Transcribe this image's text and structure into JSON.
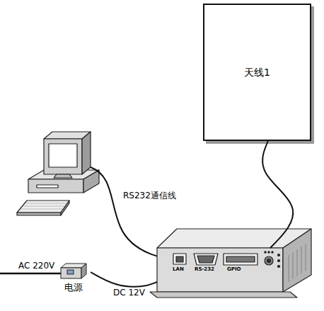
{
  "diagram": {
    "nodes": [
      {
        "text": [
          "天线1"
        ]
      },
      {
        "text": [
          "电源"
        ]
      },
      {
        "text": [
          "LAN",
          "RS-232",
          "GPIO"
        ]
      }
    ],
    "edges": [
      {
        "from": 0,
        "to": 2,
        "arrow": "none"
      },
      {
        "from": 1,
        "to": 2,
        "arrow": "none",
        "label": "DC 12V"
      }
    ],
    "labels": [
      "RS232通信线",
      "AC 220V"
    ]
  }
}
